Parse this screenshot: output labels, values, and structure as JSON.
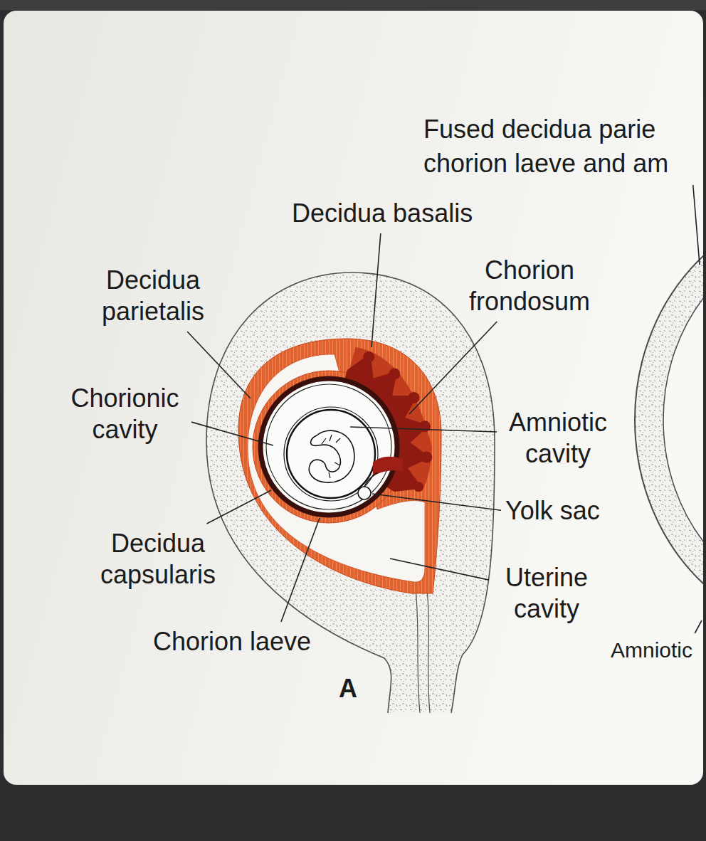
{
  "diagram": {
    "labels": [
      "Fused decidua parie chorion laeve and am",
      "Decidua basalis",
      "Decidua parietalis",
      "Chorion frondosum",
      "Chorionic cavity",
      "Amniotic cavity",
      "Yolk sac",
      "Decidua capsularis",
      "Uterine cavity",
      "Chorion laeve",
      "Amniotic",
      "A"
    ]
  }
}
